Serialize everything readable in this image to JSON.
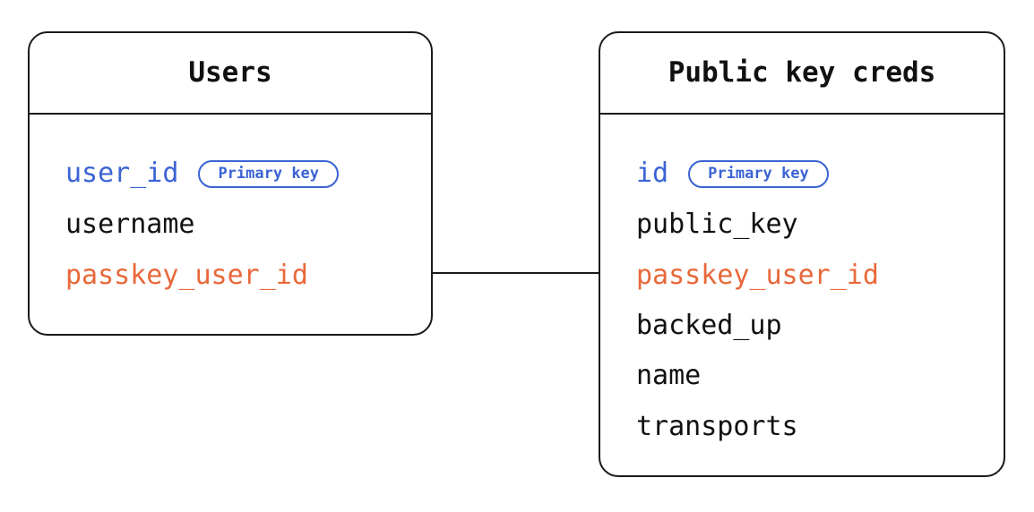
{
  "diagram": {
    "type": "entity-relationship-diagram",
    "background_color": "#ffffff",
    "colors": {
      "text": "#111111",
      "primary_key": "#3b63d4",
      "foreign_key": "#e8683a",
      "border": "#1a1a1a"
    },
    "entities": [
      {
        "id": "users",
        "title": "Users",
        "fields": [
          {
            "name": "user_id",
            "role": "pk",
            "badge": "Primary key"
          },
          {
            "name": "username",
            "role": "plain",
            "badge": null
          },
          {
            "name": "passkey_user_id",
            "role": "fk",
            "badge": null
          }
        ]
      },
      {
        "id": "public_key_creds",
        "title": "Public key creds",
        "fields": [
          {
            "name": "id",
            "role": "pk",
            "badge": "Primary key"
          },
          {
            "name": "public_key",
            "role": "plain",
            "badge": null
          },
          {
            "name": "passkey_user_id",
            "role": "fk",
            "badge": null
          },
          {
            "name": "backed_up",
            "role": "plain",
            "badge": null
          },
          {
            "name": "name",
            "role": "plain",
            "badge": null
          },
          {
            "name": "transports",
            "role": "plain",
            "badge": null
          }
        ]
      }
    ],
    "relationships": [
      {
        "from": "users.passkey_user_id",
        "to": "public_key_creds.passkey_user_id",
        "style": "straight-line",
        "label": ""
      }
    ]
  }
}
